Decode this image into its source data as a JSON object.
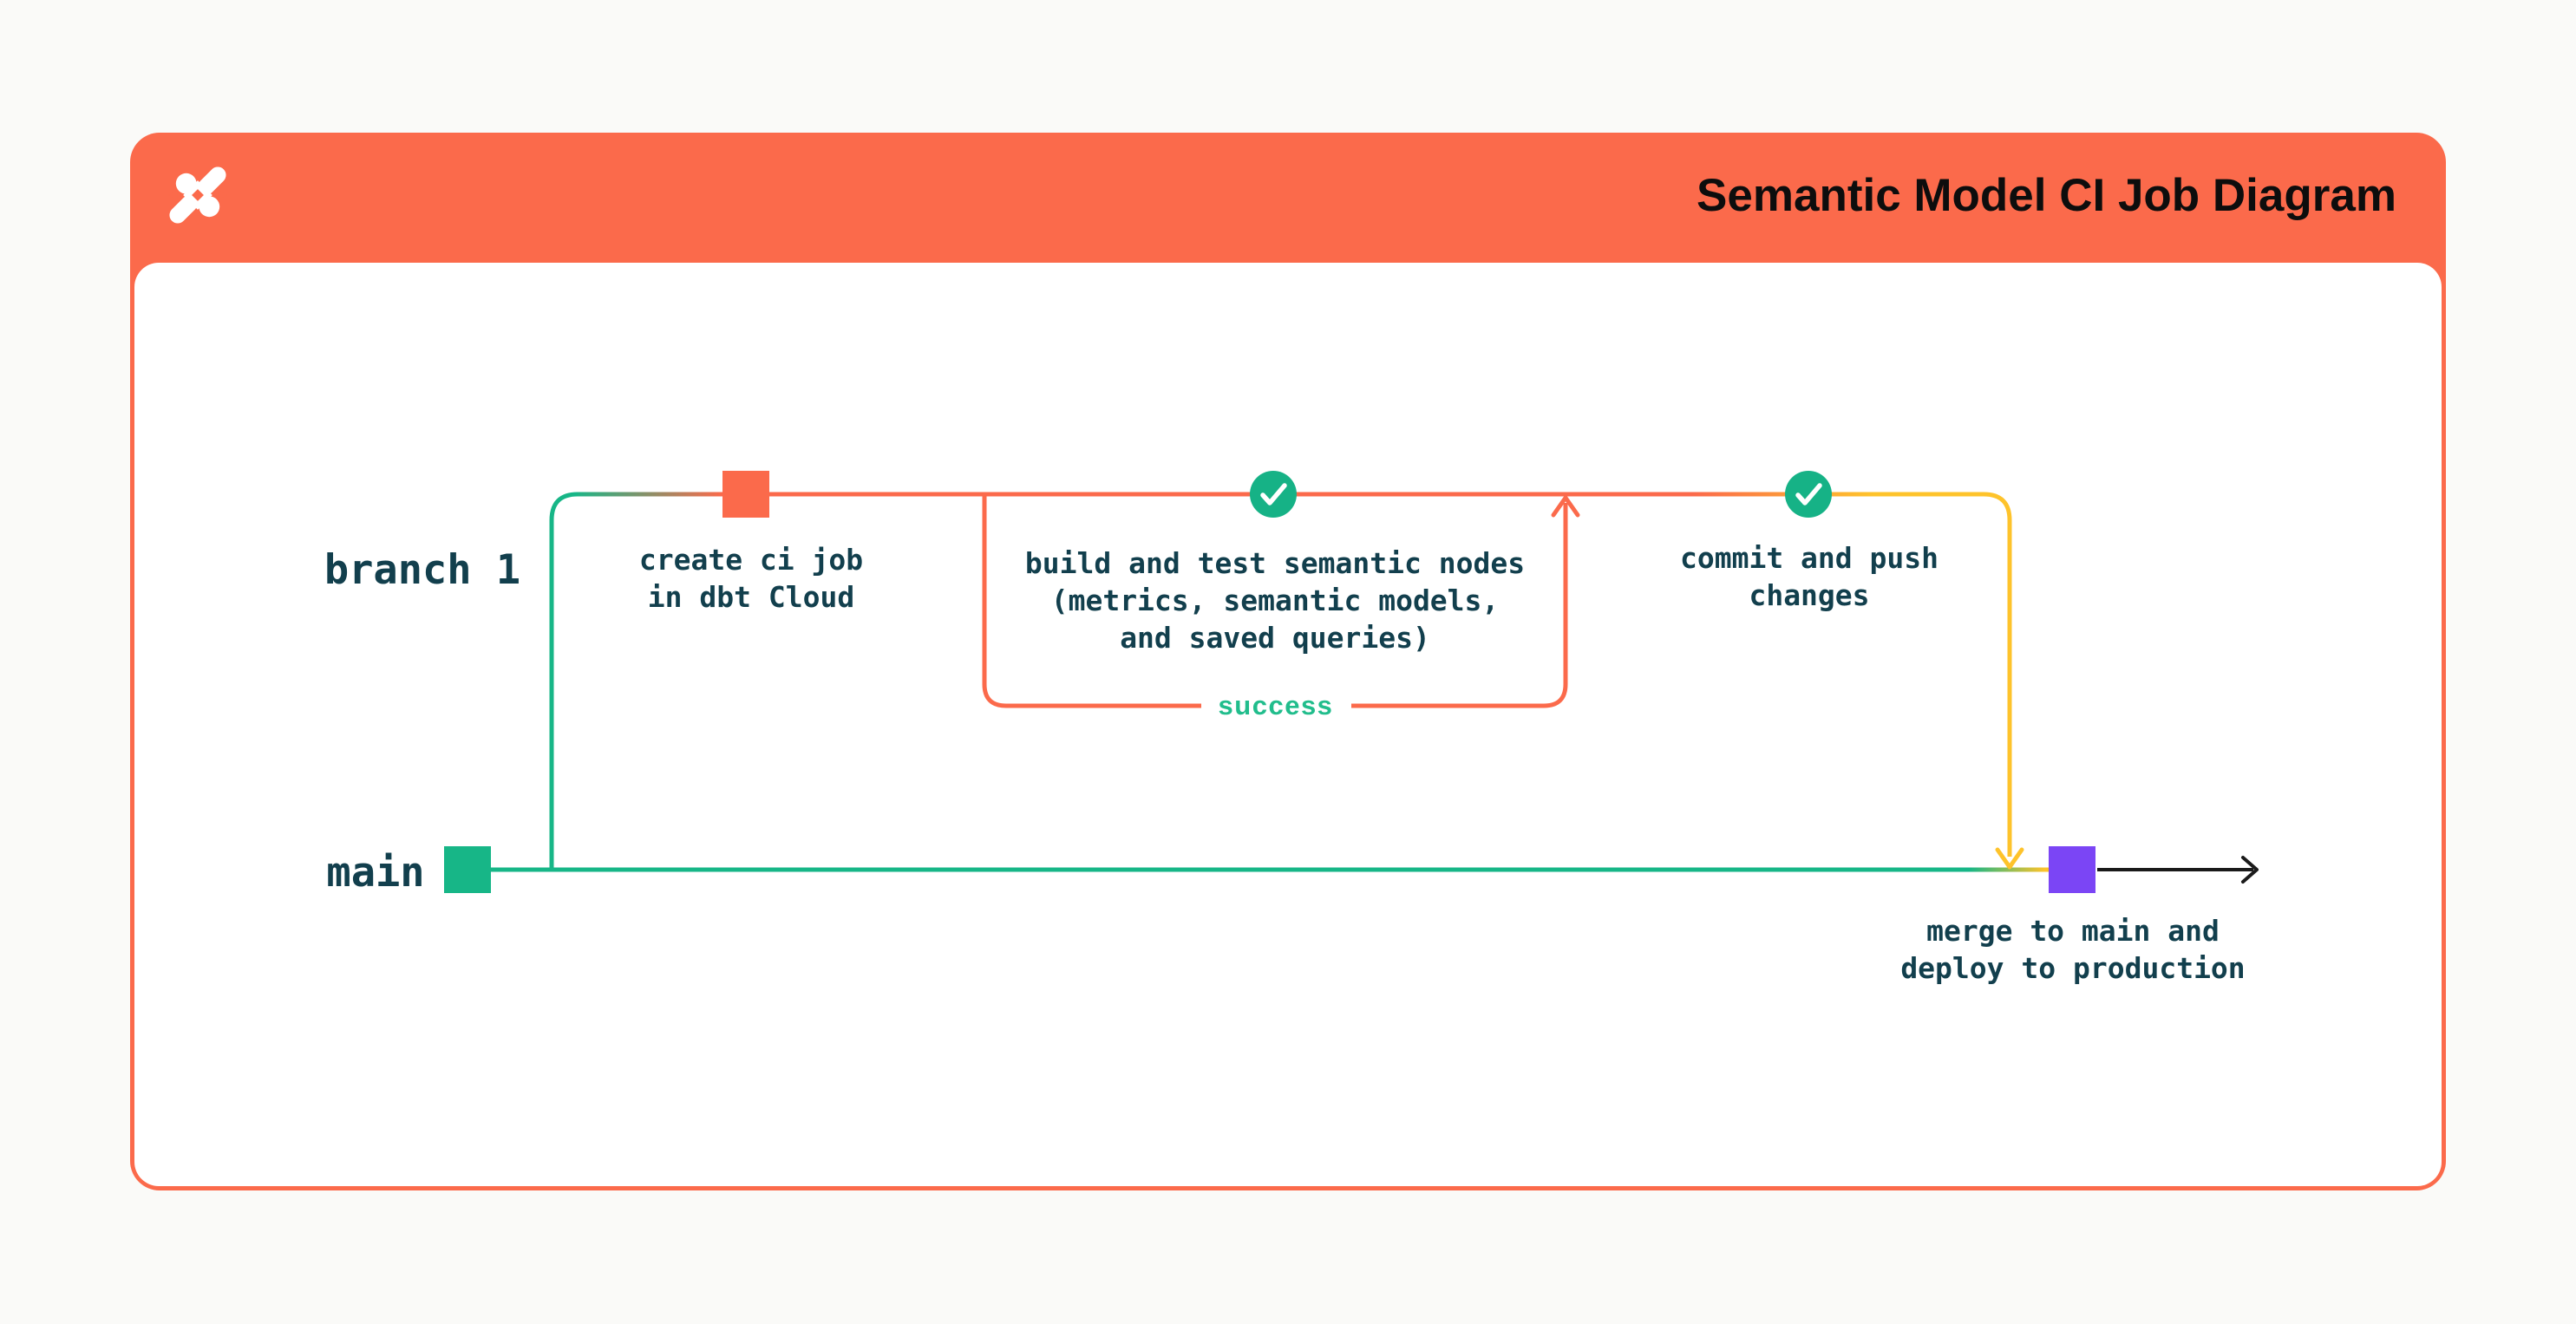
{
  "page": {
    "background": "#FAFAF8"
  },
  "header": {
    "title": "Semantic Model CI Job Diagram",
    "background": "#FB6A4B",
    "title_color": "#0D0D0D",
    "logo": "dbt-logo"
  },
  "colors": {
    "orange": "#FB6A4B",
    "green": "#17B687",
    "circle_green": "#16B286",
    "yellow": "#FEC32B",
    "purple": "#7B45F5",
    "text_dark": "#123F4D",
    "success_green": "#21BD8C",
    "black": "#1A1A1A",
    "white": "#FFFFFF"
  },
  "labels": {
    "branch": "branch 1",
    "main": "main"
  },
  "nodes": {
    "create_ci": {
      "lines": [
        "create ci job",
        "in dbt Cloud"
      ]
    },
    "build_test": {
      "lines": [
        "build and test semantic nodes",
        "(metrics, semantic models,",
        "and saved queries)"
      ]
    },
    "commit_push": {
      "lines": [
        "commit and push",
        "changes"
      ]
    },
    "merge_deploy": {
      "lines": [
        "merge to main and",
        "deploy to production"
      ]
    }
  },
  "loop": {
    "label": "success"
  }
}
